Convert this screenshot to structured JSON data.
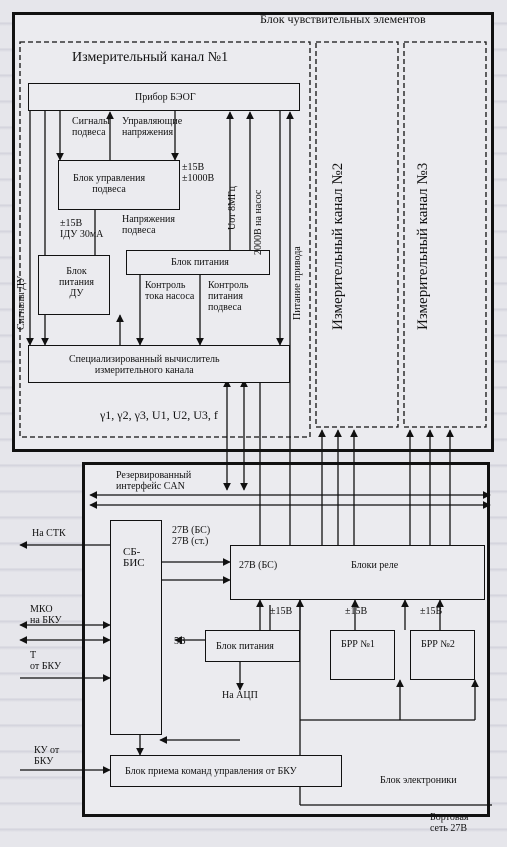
{
  "sensor_block": "Блок чувствительных элементов",
  "channel1": "Измерительный канал №1",
  "channel2": "Измерительный канал №2",
  "channel3": "Измерительный канал №3",
  "beog": "Прибор БЭОГ",
  "sig_susp": "Сигналы\nподвеса",
  "ctrl_volt": "Управляющие\nнапряжения",
  "bup": "Блок управления\nподвеса",
  "v15_1000": "±15В\n±1000В",
  "volt_susp": "Напряжения\nподвеса",
  "v15_30ma": "±15В\nIДУ 30мА",
  "bp_du": "Блок\nпитания\nДУ",
  "bp": "Блок питания",
  "ctrl_pump": "Контроль\nтока насоса",
  "ctrl_susp": "Контроль\nпитания\nподвеса",
  "sig_du": "Сигналы ДУ",
  "uot": "Uот 8МГц",
  "v2000": "2000В на насос",
  "drive_power": "Питание привода",
  "spec_comp": "Специализированный вычислитель\nизмерительного канала",
  "outputs": "γ1, γ2, γ3, U1, U2, U3, f",
  "can": "Резервированный\nинтерфейс CAN",
  "to_stk": "На СТК",
  "sbis": "СБ-\nБИС",
  "v27_bs_st": "27В (БС)\n27В (ст.)",
  "v27_bs": "27В (БС)",
  "relay": "Блоки реле",
  "mko": "МКО\nна БКУ",
  "t_bku": "Т\nот БКУ",
  "v15a": "±15В",
  "v15b": "±15В",
  "v15c": "±15В",
  "v5": "5В",
  "bp2": "Блок питания",
  "brr1": "БРР №1",
  "brr2": "БРР №2",
  "to_adc": "На АЦП",
  "ku": "КУ от\nБКУ",
  "cmd_block": "Блок приема команд управления от БКУ",
  "elec_block": "Блок электроники",
  "onboard": "Бортовая\nсеть 27В"
}
